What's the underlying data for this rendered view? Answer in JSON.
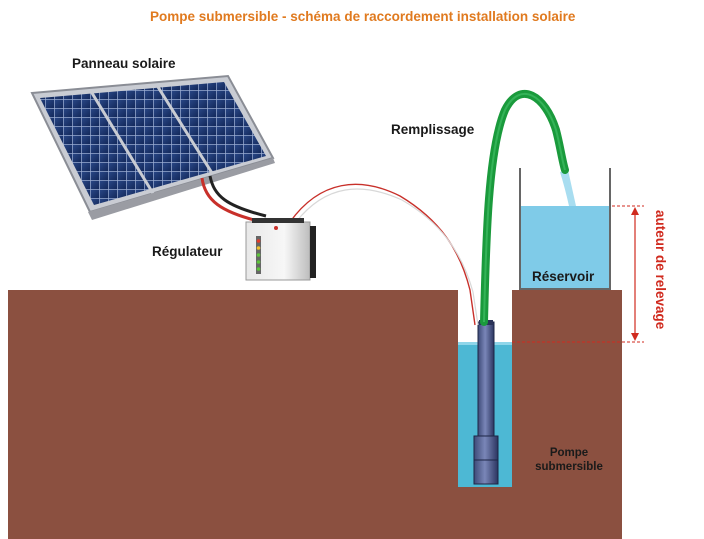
{
  "title": "Pompe submersible - schéma de raccordement installation solaire",
  "labels": {
    "solar_panel": "Panneau solaire",
    "filling": "Remplissage",
    "regulator": "Régulateur",
    "reservoir": "Réservoir",
    "pump": "Pompe submersible",
    "lift_height": "auteur de relevage"
  },
  "colors": {
    "ground": "#8b5040",
    "water": "#4db8d4",
    "reservoir_water": "#7fcbe8",
    "pipe": "#1a9a3c",
    "cable_red": "#c8302a",
    "cable_black": "#222222",
    "dimension": "#d02a1e",
    "title": "#e07a1f"
  }
}
